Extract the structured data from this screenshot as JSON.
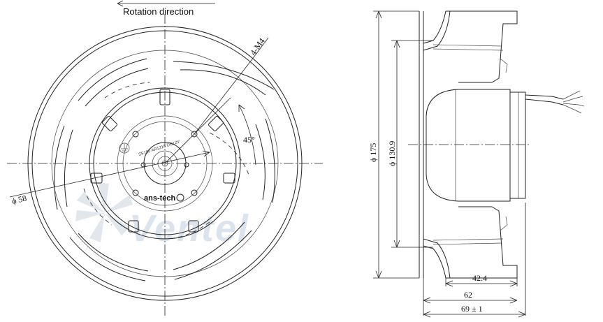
{
  "labels": {
    "rotation": "Rotation direction",
    "holes": "4-M4",
    "angle": "45°",
    "phi58": "ϕ 58",
    "phi175": "ϕ 175",
    "phi130": "ϕ 130.9",
    "dim42": "42.4",
    "dim62": "62",
    "dim69": "69 ± 1",
    "brand": "ans-tech",
    "watermark": "Ventel",
    "hub_marking": "SF180 AR1215 DC12V"
  },
  "colors": {
    "line": "#222222",
    "watermark": "#dbe3ec"
  }
}
